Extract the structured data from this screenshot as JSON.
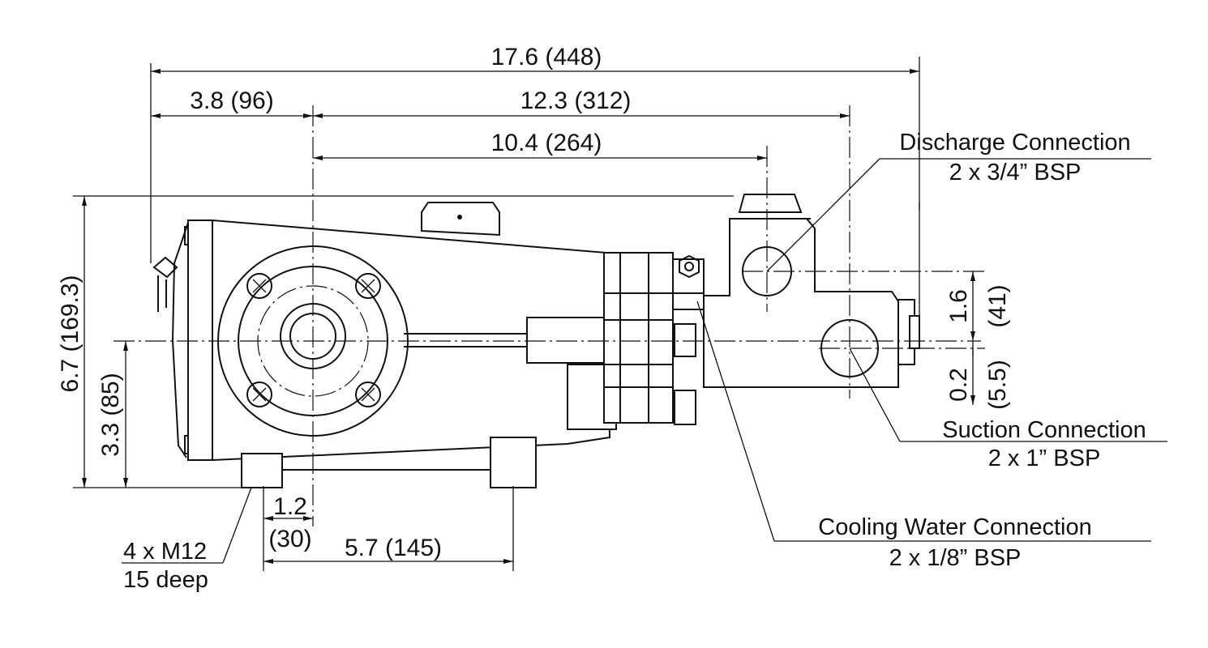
{
  "dimensions": {
    "overall_length": "17.6 (448)",
    "flange_offset": "3.8 (96)",
    "to_suction_center": "12.3 (312)",
    "to_discharge_center": "10.4 (264)",
    "overall_height": "6.7 (169.3)",
    "shaft_height": "3.3 (85)",
    "foot_offset_top": "1.2",
    "foot_offset_bottom": "(30)",
    "foot_spacing": "5.7 (145)",
    "port_spacing_top": "1.6",
    "port_spacing_bottom": "(41)",
    "suction_offset_top": "0.2",
    "suction_offset_bottom": "(5.5)"
  },
  "callouts": {
    "discharge": {
      "title": "Discharge Connection",
      "spec": "2 x 3/4” BSP"
    },
    "suction": {
      "title": "Suction Connection",
      "spec": "2 x 1” BSP"
    },
    "cooling": {
      "title": "Cooling Water Connection",
      "spec": "2 x 1/8” BSP"
    },
    "mounting": {
      "title": "4 x M12",
      "spec": "15 deep"
    }
  }
}
